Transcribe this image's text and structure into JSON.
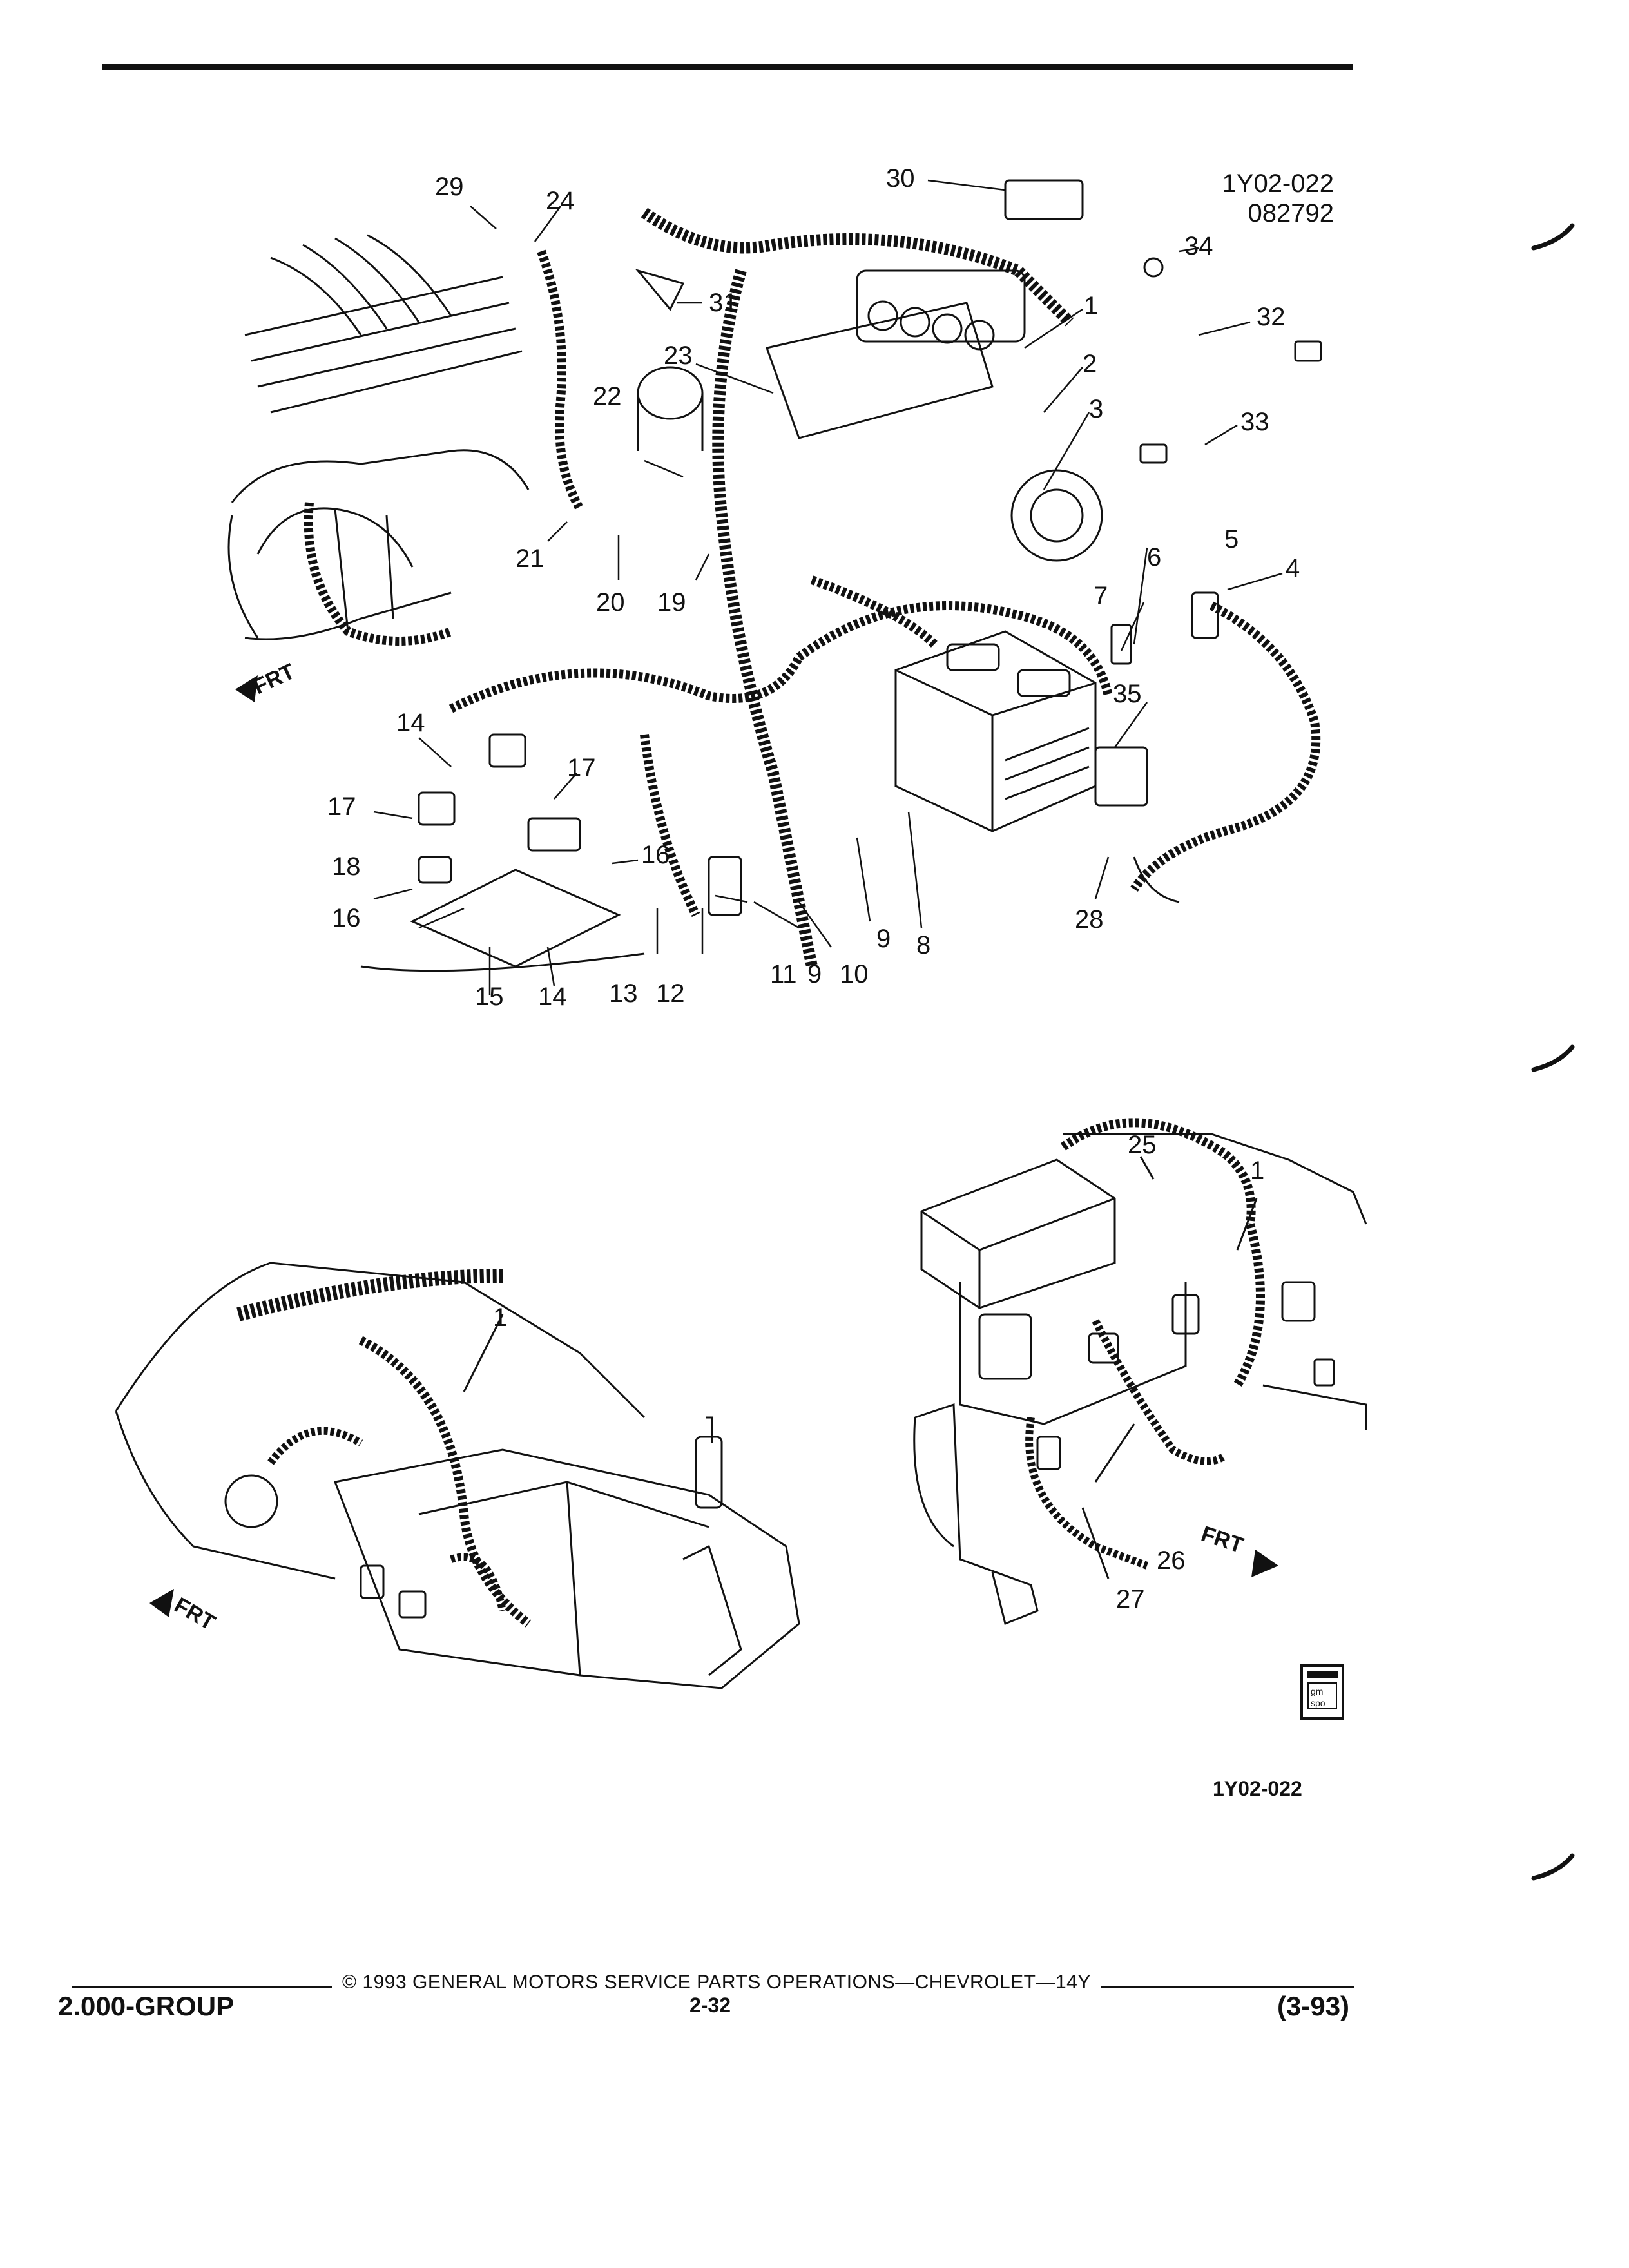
{
  "figure": {
    "id_line1": "1Y02-022",
    "id_line2": "082792",
    "bottom_id": "1Y02-022",
    "frt_label": "FRT"
  },
  "callouts": {
    "c1": "1",
    "c2": "2",
    "c3": "3",
    "c4": "4",
    "c5": "5",
    "c6": "6",
    "c7": "7",
    "c8": "8",
    "c9": "9",
    "c10": "10",
    "c11": "11",
    "c12": "12",
    "c13": "13",
    "c14": "14",
    "c15": "15",
    "c16": "16",
    "c17": "17",
    "c18": "18",
    "c19": "19",
    "c20": "20",
    "c21": "21",
    "c22": "22",
    "c23": "23",
    "c24": "24",
    "c25": "25",
    "c26": "26",
    "c27": "27",
    "c28": "28",
    "c29": "29",
    "c30": "30",
    "c31": "31",
    "c32": "32",
    "c33": "33",
    "c34": "34",
    "c35": "35"
  },
  "footer": {
    "copyright": "© 1993 GENERAL MOTORS SERVICE PARTS OPERATIONS—CHEVROLET—14Y",
    "group": "2.000-GROUP",
    "page": "2-32",
    "date": "(3-93)"
  }
}
